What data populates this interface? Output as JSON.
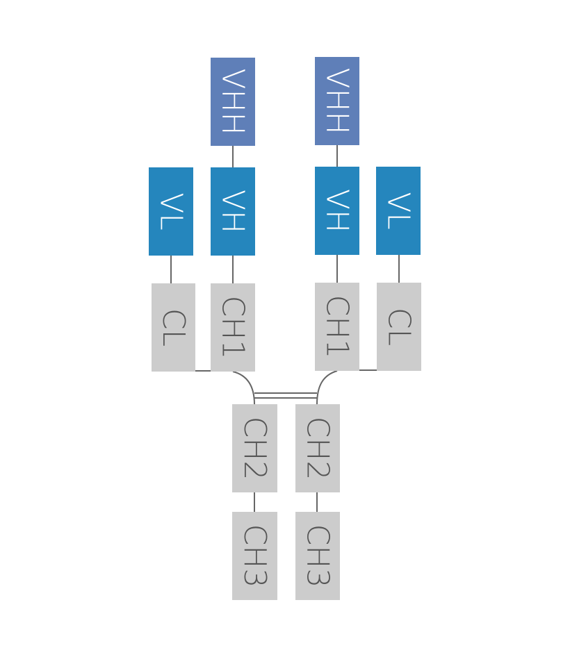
{
  "diagram": {
    "colors": {
      "vhh": "#5f7fb8",
      "variable": "#2586bd",
      "constant": "#cccccc",
      "variable_text": "#ffffff",
      "constant_text": "#555555",
      "connector": "#666666"
    },
    "left_arm": {
      "vhh": "VHH",
      "vl": "VL",
      "vh": "VH",
      "cl": "CL",
      "ch1": "CH1"
    },
    "right_arm": {
      "vhh": "VHH",
      "vh": "VH",
      "vl": "VL",
      "ch1": "CH1",
      "cl": "CL"
    },
    "fc_left": {
      "ch2": "CH2",
      "ch3": "CH3"
    },
    "fc_right": {
      "ch2": "CH2",
      "ch3": "CH3"
    }
  }
}
